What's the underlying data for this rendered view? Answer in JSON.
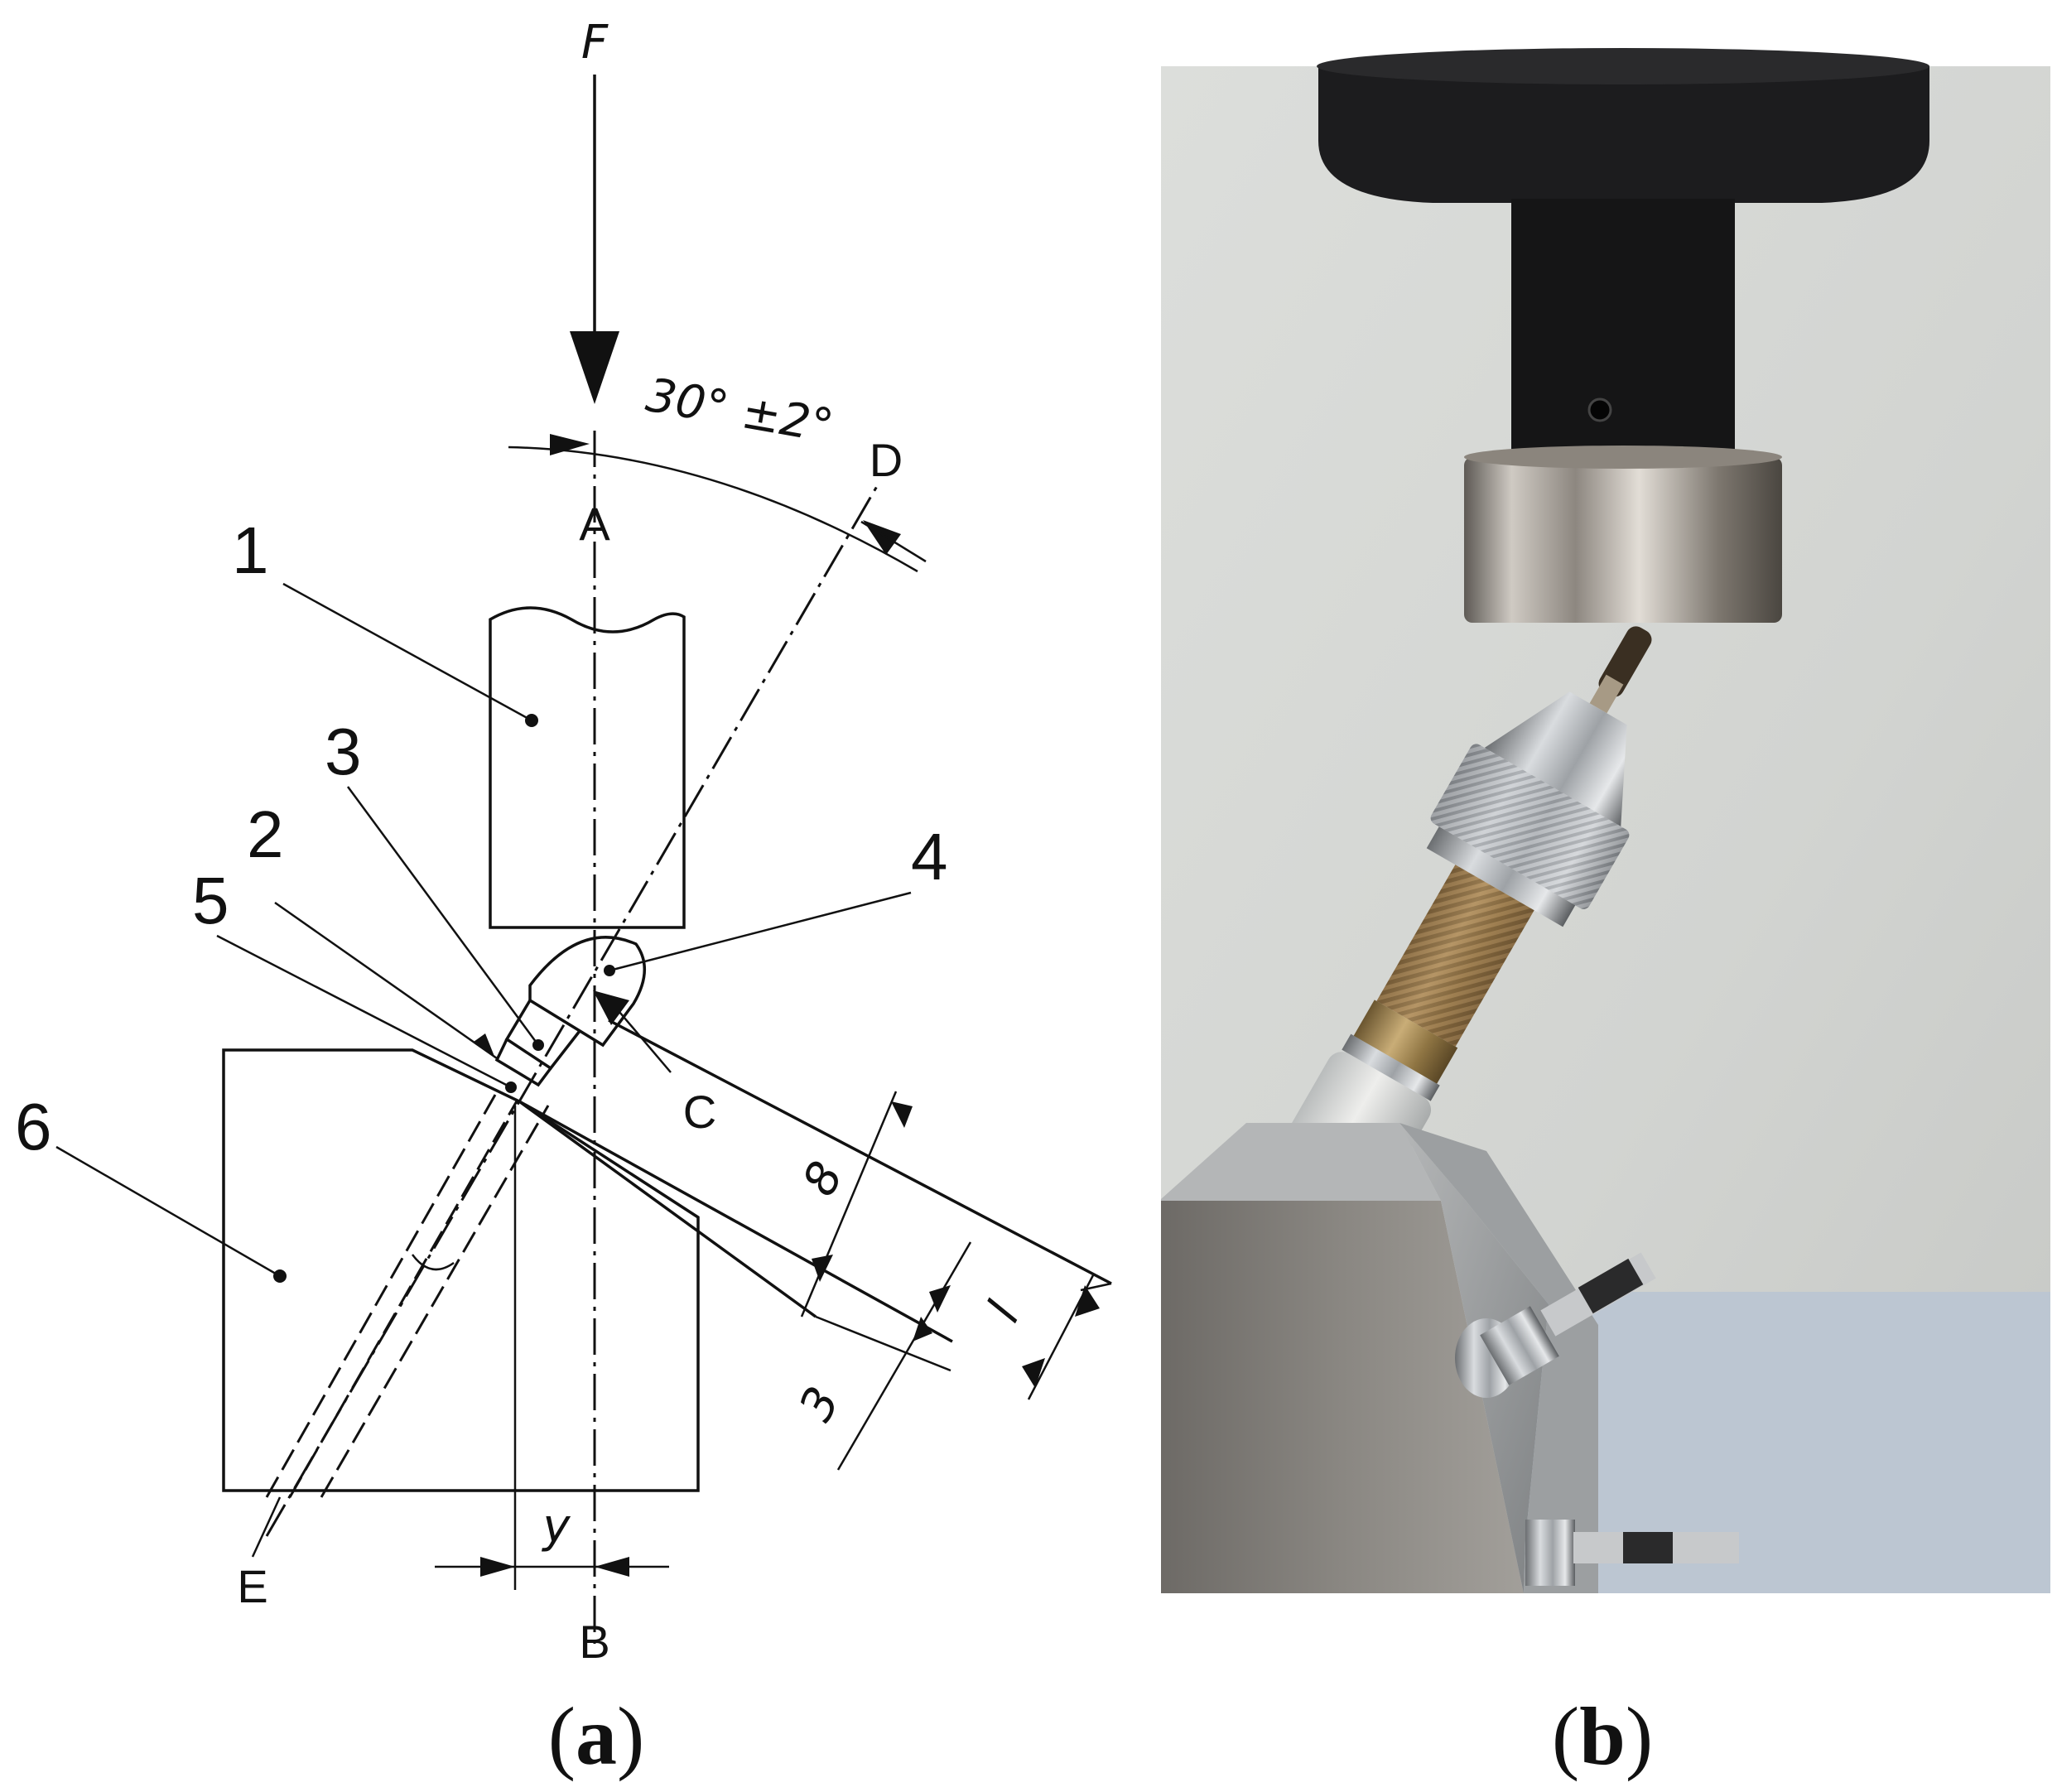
{
  "panel_a": {
    "label_open": "(",
    "label_letter": "a",
    "label_close": ")",
    "force_label": "F",
    "angle_label": "30° ±2°",
    "points": {
      "A": "A",
      "B": "B",
      "C": "C",
      "D": "D",
      "E": "E"
    },
    "parts": {
      "p1": "1",
      "p2": "2",
      "p3": "3",
      "p4": "4",
      "p5": "5",
      "p6": "6"
    },
    "dims": {
      "d8": "8",
      "d3": "3",
      "dl": "l",
      "dy": "y"
    }
  },
  "panel_b": {
    "label_open": "(",
    "label_letter": "b",
    "label_close": ")"
  }
}
